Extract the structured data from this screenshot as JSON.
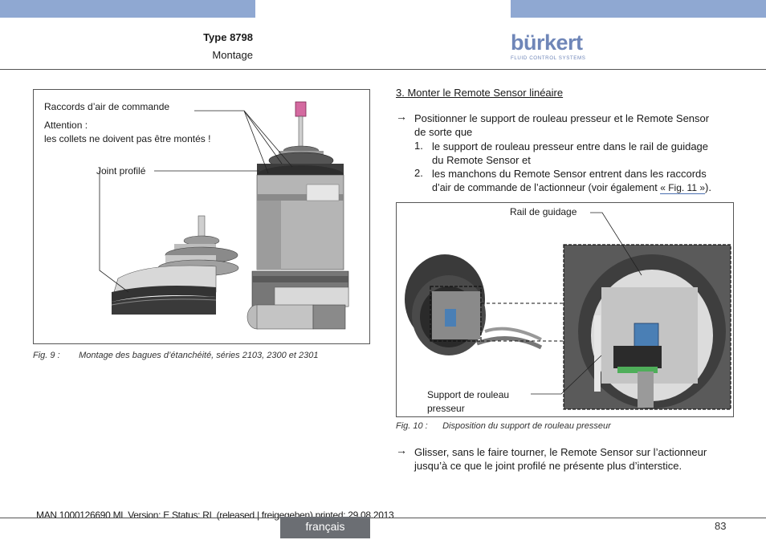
{
  "header": {
    "type_label": "Type 8798",
    "section": "Montage",
    "logo_word": "bürkert",
    "logo_tagline": "FLUID CONTROL SYSTEMS"
  },
  "figure9": {
    "label_control_air": "Raccords d’air de commande",
    "label_attention": "Attention :",
    "label_attention_text": "les collets ne doivent pas être montés !",
    "label_joint": "Joint profilé",
    "caption_num": "Fig. 9 :",
    "caption_text": "Montage des bagues d’étanchéité, séries 2103, 2300 et 2301"
  },
  "section3": {
    "title": "3. Monter le Remote Sensor linéaire",
    "arrow": "→",
    "intro_line1": "Positionner le support de rouleau presseur et le Remote Sensor",
    "intro_line2": "de sorte que",
    "item1_num": "1.",
    "item1_line1": "le support de rouleau presseur entre dans le rail de guidage",
    "item1_line2": "du Remote Sensor et",
    "item2_num": "2.",
    "item2_line1": "les manchons du Remote Sensor entrent dans les raccords",
    "item2_line2_a": "d’air de commande de l’actionneur (voir également ",
    "item2_link": "« Fig. 11 »",
    "item2_line2_b": ")."
  },
  "figure10": {
    "label_rail": "Rail de guidage",
    "label_support_1": "Support de rouleau",
    "label_support_2": "presseur",
    "caption_num": "Fig. 10 :",
    "caption_text": "Disposition du support de rouleau presseur"
  },
  "step2": {
    "arrow": "→",
    "line1": "Glisser, sans le faire tourner, le Remote Sensor sur l’actionneur",
    "line2": "jusqu’à ce que le joint profilé ne présente plus d’interstice."
  },
  "footer": {
    "meta": "MAN  1000126690  ML  Version: E Status: RL (released | freigegeben)  printed: 29.08.2013",
    "language": "français",
    "page": "83"
  },
  "colors": {
    "accent_bar": "#8fa8d2",
    "logo": "#6f86b8",
    "tab": "#6b6e73"
  }
}
